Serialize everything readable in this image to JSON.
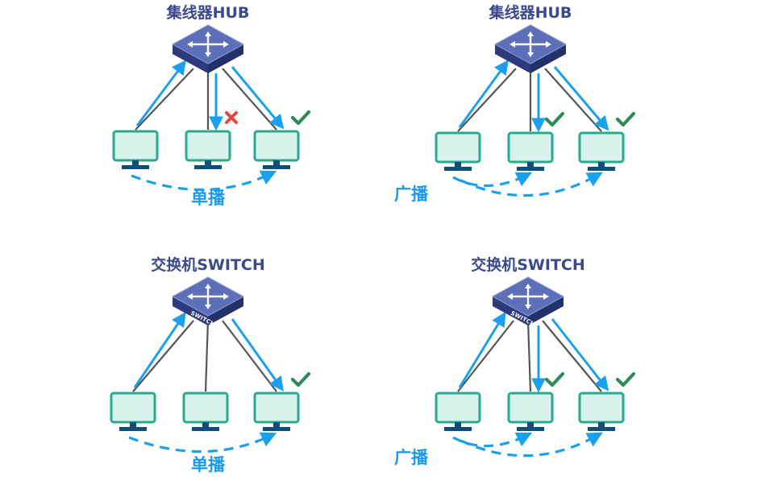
{
  "colors": {
    "link": "#555555",
    "arrow": "#1aa0ec",
    "check": "#2e8b57",
    "cross": "#e8463a",
    "title": "#3b4a8c",
    "mode": "#1a9ae8",
    "monitor_fill": "#d7f3ec",
    "monitor_border": "#2aa98f",
    "monitor_base": "#0d4e7a",
    "device_top": "#5c6fb8",
    "device_side": "#2d3a7c"
  },
  "panels": [
    {
      "title": "集线器HUB",
      "device": "hub",
      "device_label": "",
      "mode": "单播",
      "pc_marks": [
        "",
        "cross",
        "check"
      ],
      "arrows_down": [
        false,
        true,
        true
      ]
    },
    {
      "title": "集线器HUB",
      "device": "hub",
      "device_label": "",
      "mode": "广播",
      "pc_marks": [
        "",
        "check",
        "check"
      ],
      "arrows_down": [
        false,
        true,
        true
      ]
    },
    {
      "title": "交换机SWITCH",
      "device": "switch",
      "device_label": "SWITCH",
      "mode": "单播",
      "pc_marks": [
        "",
        "",
        "check"
      ],
      "arrows_down": [
        false,
        false,
        true
      ]
    },
    {
      "title": "交换机SWITCH",
      "device": "switch",
      "device_label": "SWITCH",
      "mode": "广播",
      "pc_marks": [
        "",
        "check",
        "check"
      ],
      "arrows_down": [
        false,
        true,
        true
      ]
    }
  ]
}
